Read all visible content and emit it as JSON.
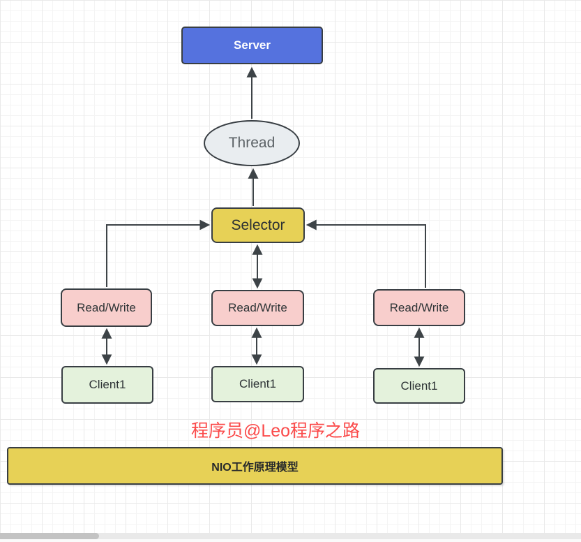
{
  "diagram": {
    "banner_title": "NIO工作原理模型",
    "watermark": "程序员@Leo程序之路",
    "nodes": {
      "server": "Server",
      "thread": "Thread",
      "selector": "Selector",
      "read_write_left": "Read/Write",
      "read_write_middle": "Read/Write",
      "read_write_right": "Read/Write",
      "client_left": "Client1",
      "client_middle": "Client1",
      "client_right": "Client1"
    },
    "colors": {
      "server_fill": "#5572DE",
      "thread_fill": "#E9EDF0",
      "selector_fill": "#E7D156",
      "read_write_fill": "#F8CECC",
      "client_fill": "#E4F2DC",
      "banner_fill": "#E7D156",
      "watermark_color": "#FB4B4B",
      "arrow_color": "#3D4347",
      "node_border": "#383E43",
      "grid_minor": "#F4F4F4",
      "grid_major": "#E9E9E9"
    }
  }
}
